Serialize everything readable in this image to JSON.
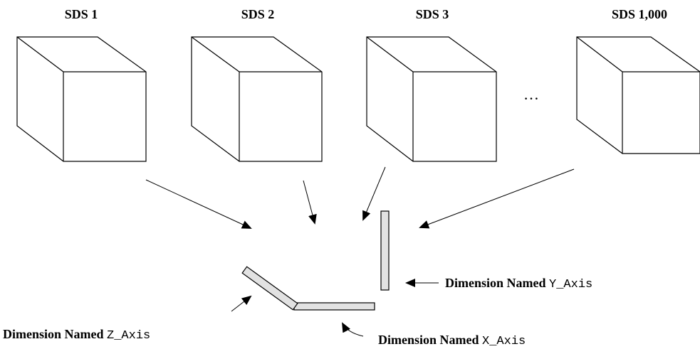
{
  "datasets": [
    {
      "label": "SDS 1"
    },
    {
      "label": "SDS 2"
    },
    {
      "label": "SDS 3"
    },
    {
      "label": "SDS 1,000"
    }
  ],
  "ellipsis": "…",
  "dimensions": {
    "y": {
      "prefix": "Dimension Named ",
      "name": "Y_Axis"
    },
    "z": {
      "prefix": "Dimension Named ",
      "name": "Z_Axis"
    },
    "x": {
      "prefix": "Dimension Named ",
      "name": "X_Axis"
    }
  },
  "colors": {
    "line": "#000000",
    "bar_fill": "#e2e2e2",
    "background": "#ffffff"
  }
}
